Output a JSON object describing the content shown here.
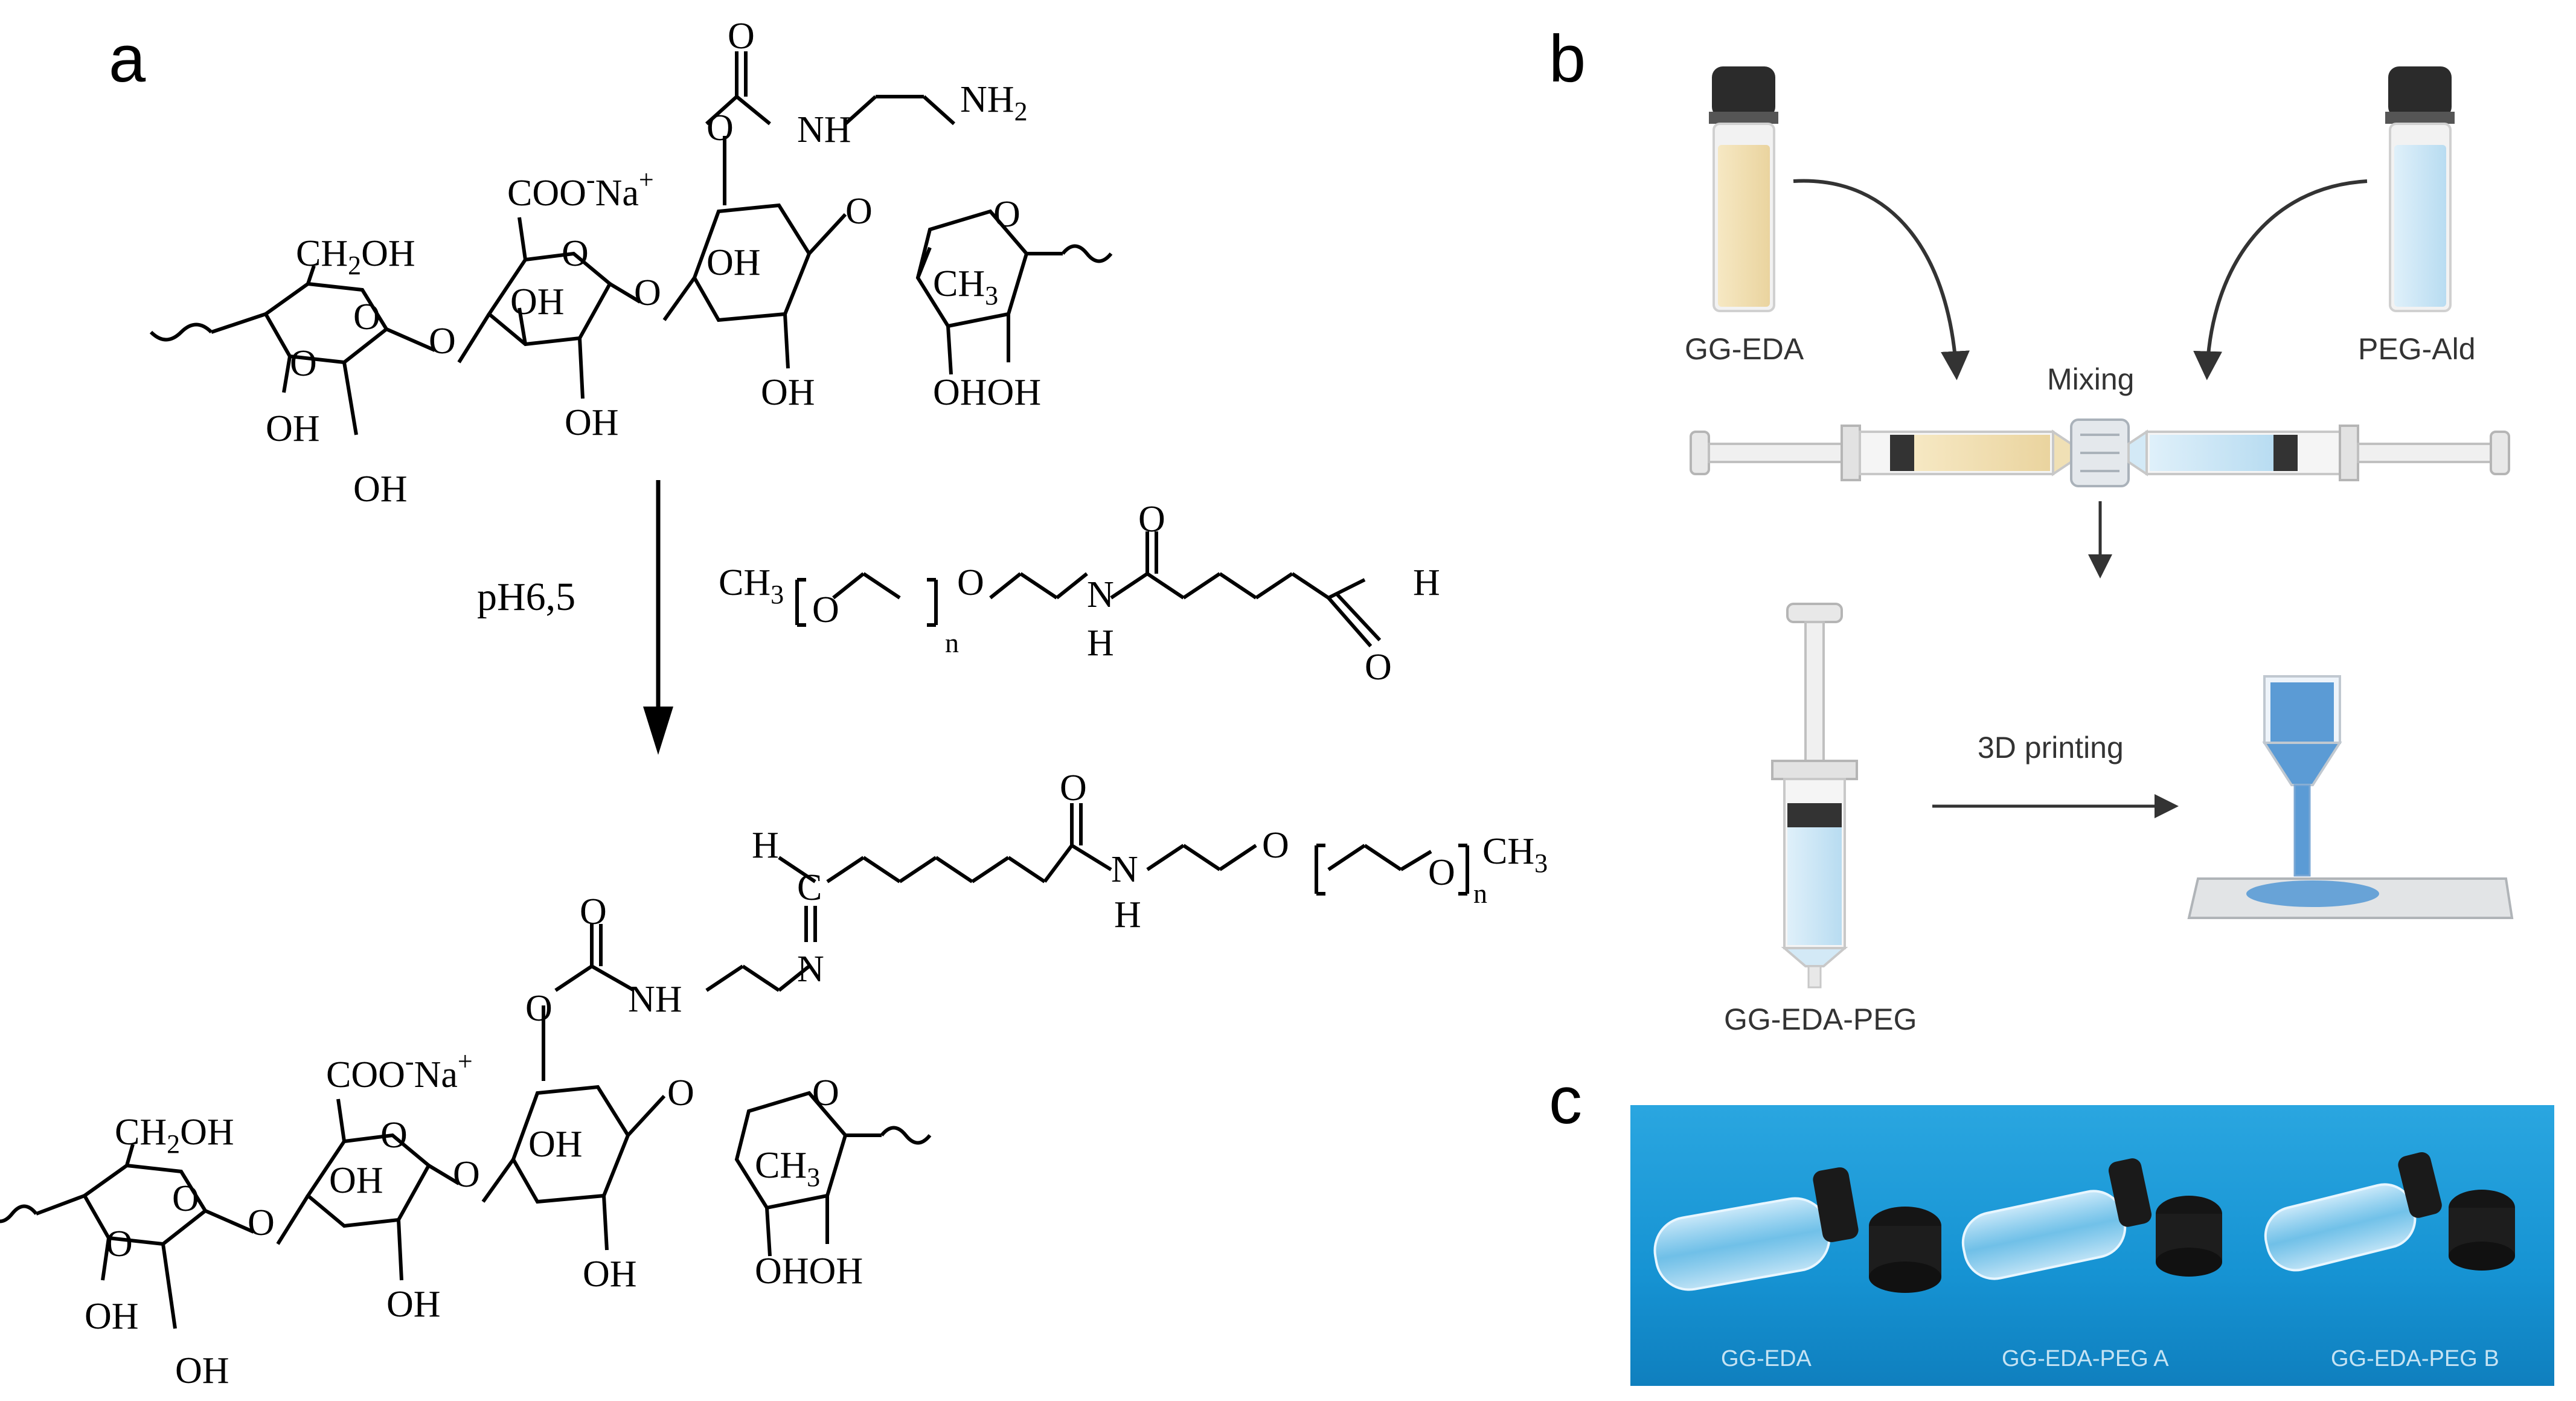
{
  "panels": {
    "a": "a",
    "b": "b",
    "c": "c"
  },
  "reaction": {
    "condition": "pH6,5"
  },
  "chem_labels": {
    "O": "O",
    "NH": "NH",
    "NH2": "NH",
    "sub2": "2",
    "N": "N",
    "H": "H",
    "C": "C",
    "OH": "OH",
    "OHOH": "OHOH",
    "CH2OH_a": "CH",
    "CH2OH_b": "OH",
    "COO": "COO",
    "Na": "Na",
    "plus": "+",
    "minus": "-",
    "CH3": "CH",
    "sub3": "3",
    "n": "n",
    "CH3_peg": "CH",
    "eq": "="
  },
  "workflow": {
    "vial_left_label": "GG-EDA",
    "vial_right_label": "PEG-Ald",
    "mixing_label": "Mixing",
    "syringe_label": "GG-EDA-PEG",
    "printing_label": "3D printing",
    "colors": {
      "yellow_liquid": "#f3e2b8",
      "blue_liquid": "#cde6f5",
      "print_blue": "#5b9bd5",
      "cap": "#2b2b2b",
      "photo_bg": "#1a9ad6"
    }
  },
  "photo": {
    "labels": [
      "GG-EDA",
      "GG-EDA-PEG A",
      "GG-EDA-PEG B"
    ]
  }
}
